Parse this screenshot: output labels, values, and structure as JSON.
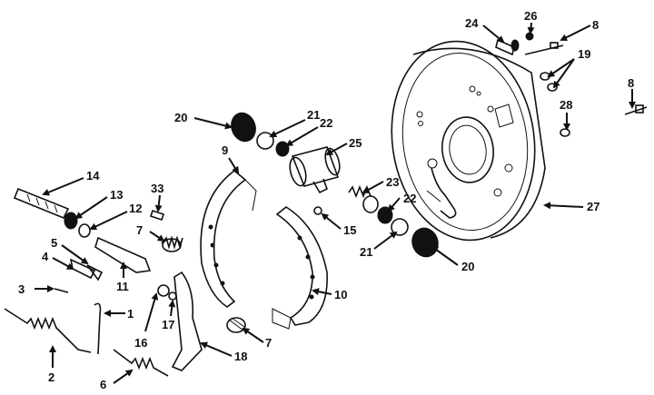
{
  "diagram": {
    "callouts": [
      {
        "id": "c1",
        "text": "1"
      },
      {
        "id": "c2",
        "text": "2"
      },
      {
        "id": "c3",
        "text": "3"
      },
      {
        "id": "c4",
        "text": "4"
      },
      {
        "id": "c5",
        "text": "5"
      },
      {
        "id": "c6",
        "text": "6"
      },
      {
        "id": "c7a",
        "text": "7"
      },
      {
        "id": "c7b",
        "text": "7"
      },
      {
        "id": "c8a",
        "text": "8"
      },
      {
        "id": "c8b",
        "text": "8"
      },
      {
        "id": "c9",
        "text": "9"
      },
      {
        "id": "c10",
        "text": "10"
      },
      {
        "id": "c11",
        "text": "11"
      },
      {
        "id": "c12",
        "text": "12"
      },
      {
        "id": "c13",
        "text": "13"
      },
      {
        "id": "c14",
        "text": "14"
      },
      {
        "id": "c15",
        "text": "15"
      },
      {
        "id": "c16",
        "text": "16"
      },
      {
        "id": "c17",
        "text": "17"
      },
      {
        "id": "c18",
        "text": "18"
      },
      {
        "id": "c19",
        "text": "19"
      },
      {
        "id": "c20a",
        "text": "20"
      },
      {
        "id": "c20b",
        "text": "20"
      },
      {
        "id": "c21a",
        "text": "21"
      },
      {
        "id": "c21b",
        "text": "21"
      },
      {
        "id": "c22a",
        "text": "22"
      },
      {
        "id": "c22b",
        "text": "22"
      },
      {
        "id": "c23",
        "text": "23"
      },
      {
        "id": "c24",
        "text": "24"
      },
      {
        "id": "c25",
        "text": "25"
      },
      {
        "id": "c26",
        "text": "26"
      },
      {
        "id": "c27",
        "text": "27"
      },
      {
        "id": "c28",
        "text": "28"
      },
      {
        "id": "c33",
        "text": "33"
      }
    ]
  }
}
